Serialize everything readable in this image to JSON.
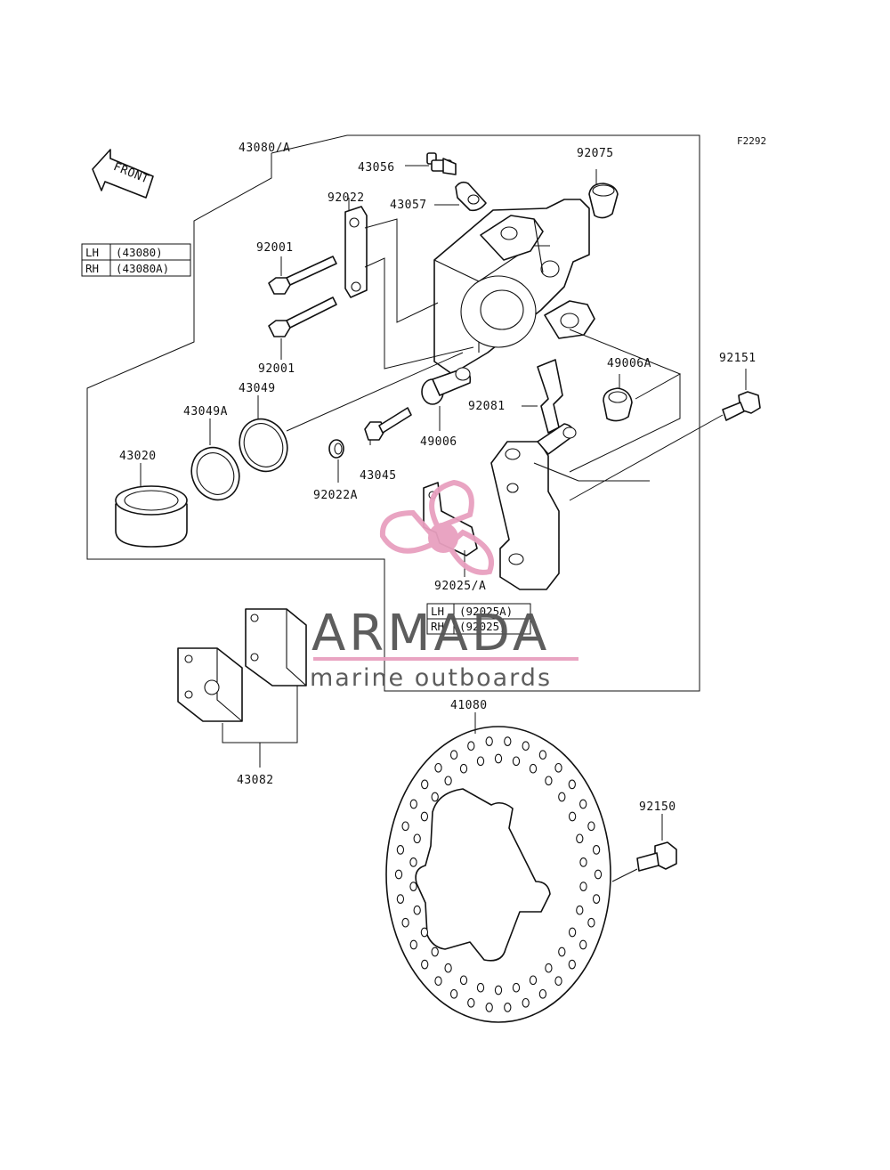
{
  "figure_code": "F2292",
  "direction_label": "FRONT",
  "parts": [
    {
      "id": "p-43080A",
      "label": "43080/A"
    },
    {
      "id": "p-43056",
      "label": "43056"
    },
    {
      "id": "p-92075",
      "label": "92075"
    },
    {
      "id": "p-92022",
      "label": "92022"
    },
    {
      "id": "p-43057",
      "label": "43057"
    },
    {
      "id": "p-92001a",
      "label": "92001"
    },
    {
      "id": "p-92001b",
      "label": "92001"
    },
    {
      "id": "p-43049",
      "label": "43049"
    },
    {
      "id": "p-43049A",
      "label": "43049A"
    },
    {
      "id": "p-49006A",
      "label": "49006A"
    },
    {
      "id": "p-92151",
      "label": "92151"
    },
    {
      "id": "p-43020",
      "label": "43020"
    },
    {
      "id": "p-92081",
      "label": "92081"
    },
    {
      "id": "p-49006",
      "label": "49006"
    },
    {
      "id": "p-43045",
      "label": "43045"
    },
    {
      "id": "p-92022A",
      "label": "92022A"
    },
    {
      "id": "p-92025A",
      "label": "92025/A"
    },
    {
      "id": "p-41080",
      "label": "41080"
    },
    {
      "id": "p-43082",
      "label": "43082"
    },
    {
      "id": "p-92150",
      "label": "92150"
    }
  ],
  "side_table_caliper": [
    {
      "side": "LH",
      "part": "(43080)"
    },
    {
      "side": "RH",
      "part": "(43080A)"
    }
  ],
  "side_table_bracket": [
    {
      "side": "LH",
      "part": "(92025A)"
    },
    {
      "side": "RH",
      "part": "(92025)"
    }
  ],
  "watermark": {
    "brand": "ARMADA",
    "tagline": "marine outboards",
    "accent_color": "#e8a0bf",
    "text_color": "#555555"
  }
}
